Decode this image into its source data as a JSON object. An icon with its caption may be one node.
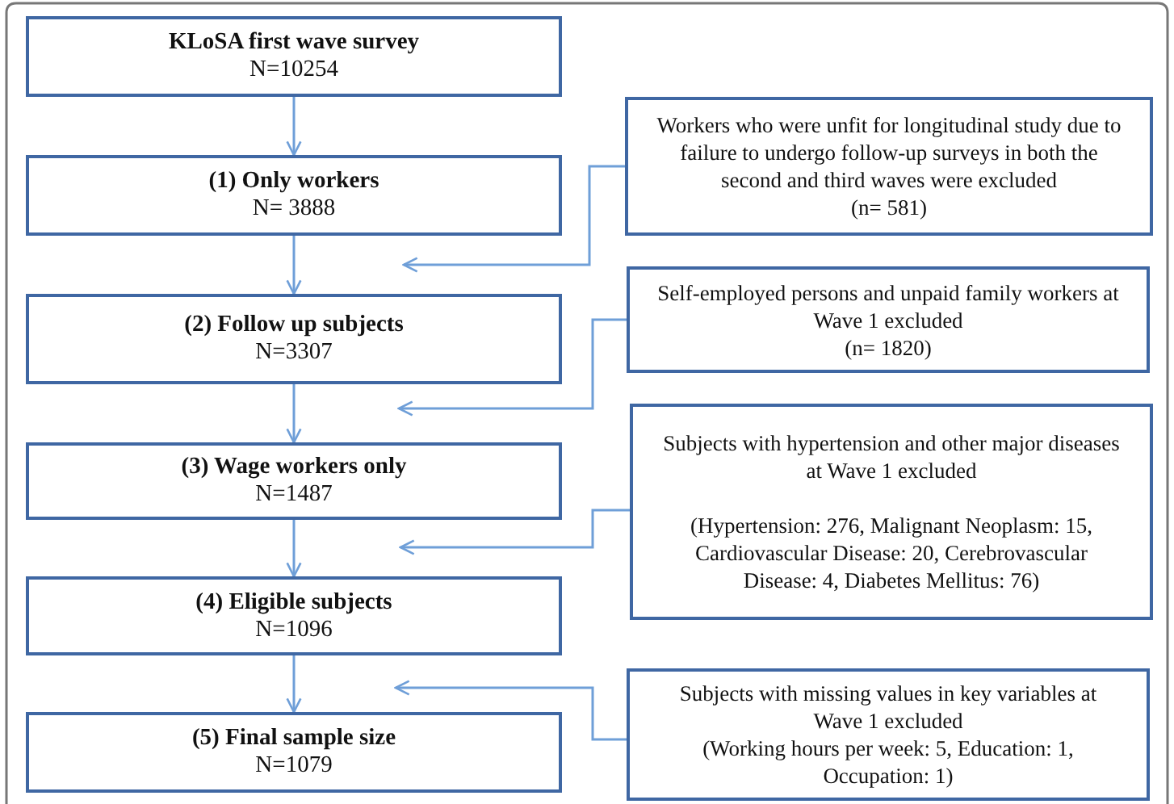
{
  "diagram": {
    "nodes": [
      {
        "text": [
          "KLoSA first wave survey",
          "N=10254"
        ]
      },
      {
        "text": [
          "(1) Only workers",
          "N= 3888"
        ]
      },
      {
        "text": [
          "Workers who were unfit for longitudinal study due to failure to undergo follow-up surveys in both the second and third waves were excluded",
          "(n= 581)"
        ]
      },
      {
        "text": [
          "(2) Follow up subjects",
          "N=3307"
        ]
      },
      {
        "text": [
          "Self-employed persons and unpaid family workers at Wave 1 excluded",
          "(n= 1820)"
        ]
      },
      {
        "text": [
          "(3) Wage workers only",
          "N=1487"
        ]
      },
      {
        "text": [
          "Subjects with hypertension and other major diseases at Wave 1 excluded",
          "(Hypertension: 276, Malignant Neoplasm: 15, Cardiovascular Disease: 20, Cerebrovascular Disease: 4, Diabetes Mellitus: 76)"
        ]
      },
      {
        "text": [
          "(4) Eligible subjects",
          "N=1096"
        ]
      },
      {
        "text": [
          "Subjects with missing values in key variables at Wave 1 excluded",
          "(Working hours per week: 5, Education: 1, Occupation: 1)"
        ]
      },
      {
        "text": [
          "(5) Final sample size",
          "N=1079"
        ]
      }
    ],
    "edges": [
      {
        "from": 0,
        "to": 1,
        "arrow": "to"
      },
      {
        "from": 1,
        "to": 3,
        "arrow": "to"
      },
      {
        "from": 3,
        "to": 5,
        "arrow": "to"
      },
      {
        "from": 5,
        "to": 7,
        "arrow": "to"
      },
      {
        "from": 7,
        "to": 9,
        "arrow": "to"
      },
      {
        "from": 2,
        "to": 1,
        "arrow": "to"
      },
      {
        "from": 4,
        "to": 3,
        "arrow": "to"
      },
      {
        "from": 6,
        "to": 5,
        "arrow": "to"
      },
      {
        "from": 8,
        "to": 9,
        "arrow": "to"
      }
    ]
  }
}
